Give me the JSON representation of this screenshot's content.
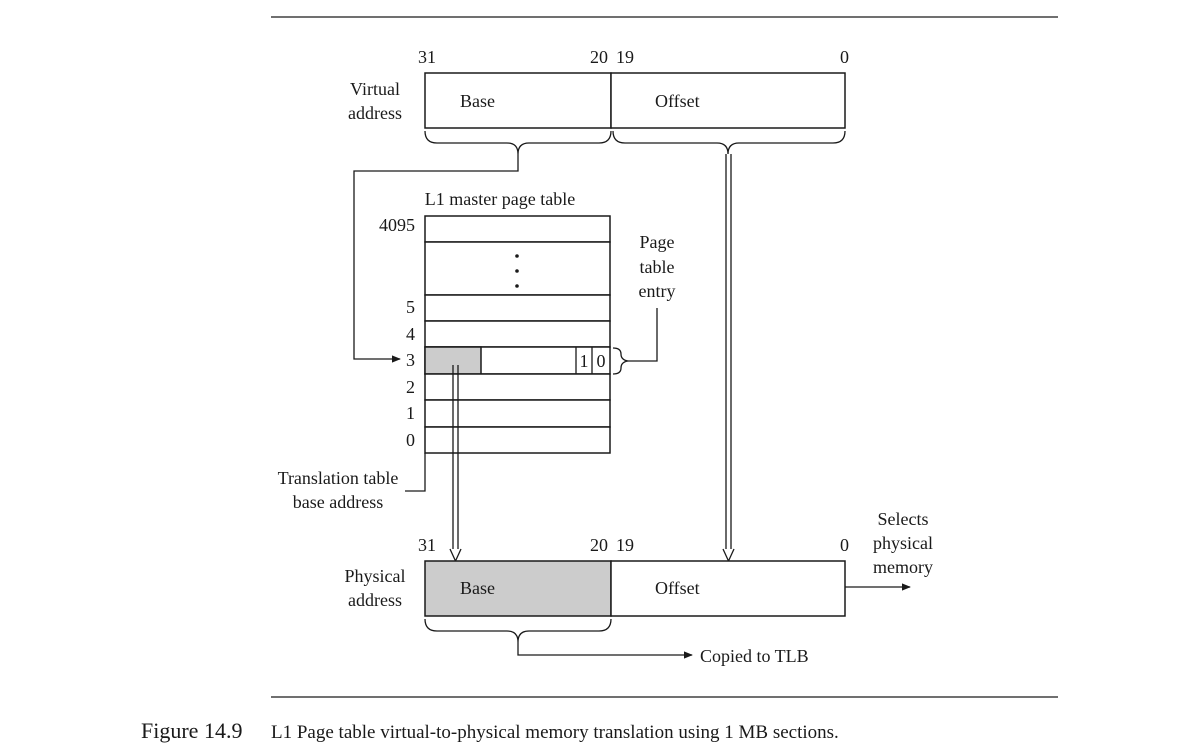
{
  "virtual_address": {
    "label_line1": "Virtual",
    "label_line2": "address",
    "bit_31": "31",
    "bit_20": "20",
    "bit_19": "19",
    "bit_0": "0",
    "base_label": "Base",
    "offset_label": "Offset"
  },
  "page_table": {
    "title": "L1 master page table",
    "rows": [
      "4095",
      "5",
      "4",
      "3",
      "2",
      "1",
      "0"
    ],
    "entry_bits": [
      "1",
      "0"
    ],
    "entry_label_line1": "Page",
    "entry_label_line2": "table",
    "entry_label_line3": "entry",
    "ttb_label_line1": "Translation table",
    "ttb_label_line2": "base address"
  },
  "physical_address": {
    "label_line1": "Physical",
    "label_line2": "address",
    "bit_31": "31",
    "bit_20": "20",
    "bit_19": "19",
    "bit_0": "0",
    "base_label": "Base",
    "offset_label": "Offset",
    "selects_line1": "Selects",
    "selects_line2": "physical",
    "selects_line3": "memory",
    "copied_label": "Copied to TLB"
  },
  "caption": {
    "figure_number": "Figure 14.9",
    "text": "L1 Page table virtual-to-physical memory translation using 1 MB sections."
  },
  "colors": {
    "line": "#1a1a1a",
    "shaded": "#cccccc",
    "background": "#ffffff"
  }
}
